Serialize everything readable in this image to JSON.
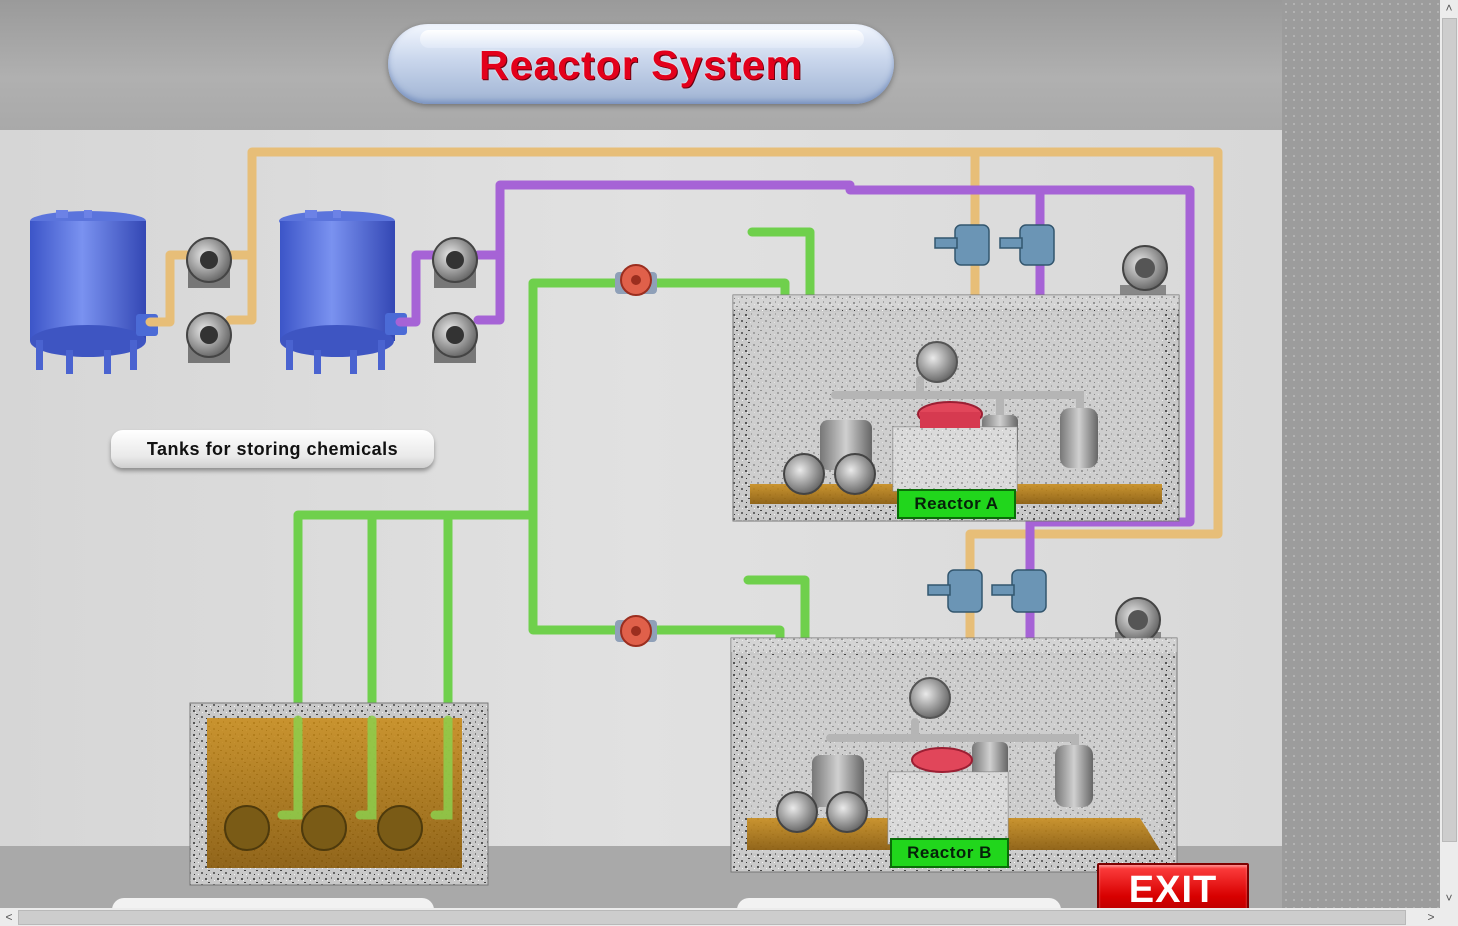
{
  "title": "Reactor System",
  "labels": {
    "tanks": "Tanks for storing chemicals",
    "reactor_a": "Reactor A",
    "reactor_b": "Reactor B"
  },
  "exit_label": "EXIT",
  "scroll": {
    "up": "˄",
    "down": "˅",
    "left": "<",
    "right": ">"
  },
  "colors": {
    "title_text": "#e3001b",
    "yellow_pipe": "#e7be78",
    "purple_pipe": "#a663d6",
    "green_pipe": "#6fd04c",
    "tank_blue": "#5b77e0",
    "reactor_tag": "#21d61c",
    "exit_button": "#e00000",
    "sludge": "#c8840e"
  }
}
